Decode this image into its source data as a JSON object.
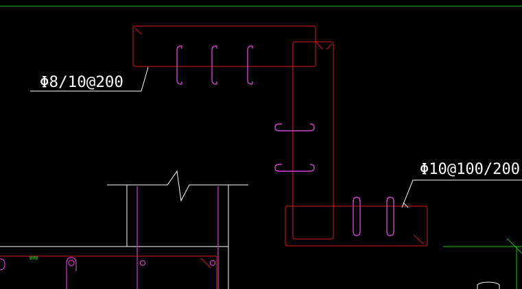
{
  "annotations": {
    "left_label": "Φ8/10@200",
    "right_label": "Φ10@100/200",
    "small_label": "B08"
  },
  "colors": {
    "background": "#000000",
    "rebar_outline": "#e01818",
    "tie": "#d040d0",
    "leader": "#ffffff",
    "guide_green": "#19c219",
    "small_label_green": "#3fd23f"
  }
}
